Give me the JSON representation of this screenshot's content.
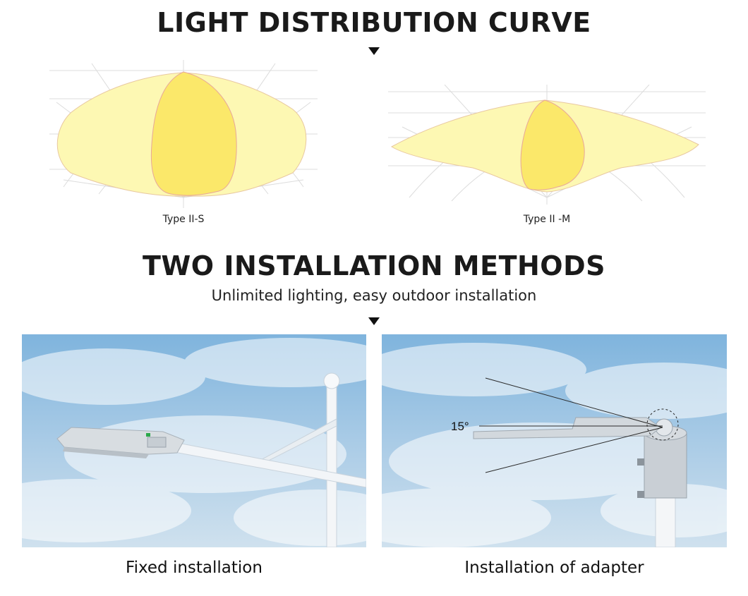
{
  "section1": {
    "title": "LIGHT DISTRIBUTION CURVE",
    "curves": [
      {
        "label": "Type II-S"
      },
      {
        "label": "Type II -M"
      }
    ]
  },
  "section2": {
    "title": "TWO INSTALLATION METHODS",
    "subtitle": "Unlimited lighting, easy outdoor installation",
    "methods": [
      {
        "label": "Fixed installation"
      },
      {
        "label": "Installation of adapter",
        "angle_label": "15°"
      }
    ]
  },
  "colors": {
    "outer_fill": "#fdf8b3",
    "inner_fill": "#fbe86a",
    "curve_stroke": "#e8a79a",
    "sky_top": "#7fb4dd",
    "sky_bottom": "#cfe1ee"
  }
}
